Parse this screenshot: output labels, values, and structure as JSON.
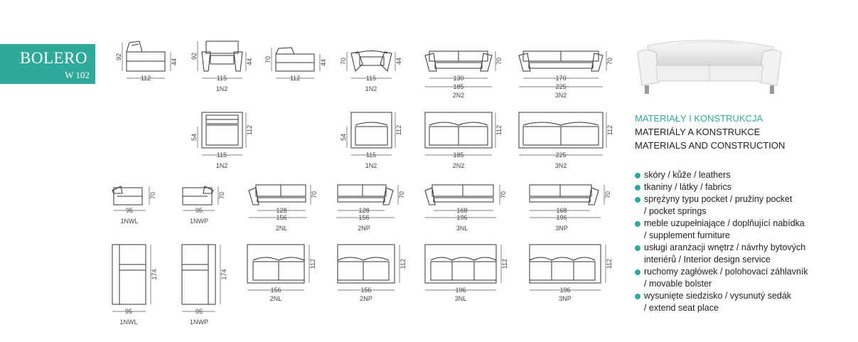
{
  "brand": {
    "name": "BOLERO",
    "code": "W 102"
  },
  "modules": [
    {
      "id": "r1a",
      "w": "112",
      "h": "92",
      "seat": "44",
      "label": ""
    },
    {
      "id": "r1b",
      "w": "115",
      "h": "92",
      "seat": "44",
      "label": "1N2"
    },
    {
      "id": "r1c",
      "w": "112",
      "h": "70",
      "seat": "44",
      "label": ""
    },
    {
      "id": "r1d",
      "w": "115",
      "h": "70",
      "seat": "44",
      "label": "1N2"
    },
    {
      "id": "r1e",
      "w_inner": "130",
      "w": "185",
      "h": "70",
      "label": "2N2"
    },
    {
      "id": "r1f",
      "w_inner": "170",
      "w": "225",
      "h": "70",
      "label": "3N2"
    },
    {
      "id": "r2a",
      "w": "115",
      "d": "112",
      "seat": "54",
      "label": "1N2"
    },
    {
      "id": "r2b",
      "w": "115",
      "d": "112",
      "seat": "54",
      "label": "1N2"
    },
    {
      "id": "r2c",
      "w": "185",
      "d": "112",
      "label": "2N2"
    },
    {
      "id": "r2d",
      "w": "225",
      "d": "112",
      "label": "3N2"
    },
    {
      "id": "r3a",
      "w": "95",
      "h": "70",
      "label": "1NWL"
    },
    {
      "id": "r3b",
      "w": "95",
      "h": "70",
      "label": "1NWP"
    },
    {
      "id": "r3c",
      "w_inner": "128",
      "w": "156",
      "h": "70",
      "label": "2NL"
    },
    {
      "id": "r3d",
      "w_inner": "128",
      "w": "156",
      "h": "70",
      "label": "2NP"
    },
    {
      "id": "r3e",
      "w_inner": "168",
      "w": "196",
      "h": "70",
      "label": "3NL"
    },
    {
      "id": "r3f",
      "w_inner": "168",
      "w": "196",
      "h": "70",
      "label": "3NP"
    },
    {
      "id": "r4a",
      "w": "95",
      "d": "174",
      "label": "1NWL"
    },
    {
      "id": "r4b",
      "w": "95",
      "d": "174",
      "label": "1NWP"
    },
    {
      "id": "r4c",
      "w": "156",
      "d": "112",
      "label": "2NL"
    },
    {
      "id": "r4d",
      "w": "156",
      "d": "112",
      "label": "2NP"
    },
    {
      "id": "r4e",
      "w": "196",
      "d": "112",
      "label": "3NL"
    },
    {
      "id": "r4f",
      "w": "196",
      "d": "112",
      "label": "3NP"
    }
  ],
  "materials": {
    "headings": [
      "MATERIAŁY I KONSTRUKCJA",
      "MATERIÁLY A KONSTRUKCE",
      "MATERIALS AND CONSTRUCTION"
    ],
    "features": [
      {
        "line1": "skóry / kůže / leathers",
        "line2": ""
      },
      {
        "line1": "tkaniny / látky / fabrics",
        "line2": ""
      },
      {
        "line1": "sprężyny typu pocket / pružiny pocket",
        "line2": "/ pocket springs"
      },
      {
        "line1": "meble uzupełniające / doplňující nabídka",
        "line2": "/ supplement furniture"
      },
      {
        "line1": "usługi aranżacji wnętrz / návrhy bytových",
        "line2": "interiérů  / Interior design service"
      },
      {
        "line1": "ruchomy zagłówek / polohovací záhlavník",
        "line2": "/ movable bolster"
      },
      {
        "line1": "wysunięte siedzisko / vysunutý sedák",
        "line2": "/ extend seat place"
      }
    ]
  }
}
